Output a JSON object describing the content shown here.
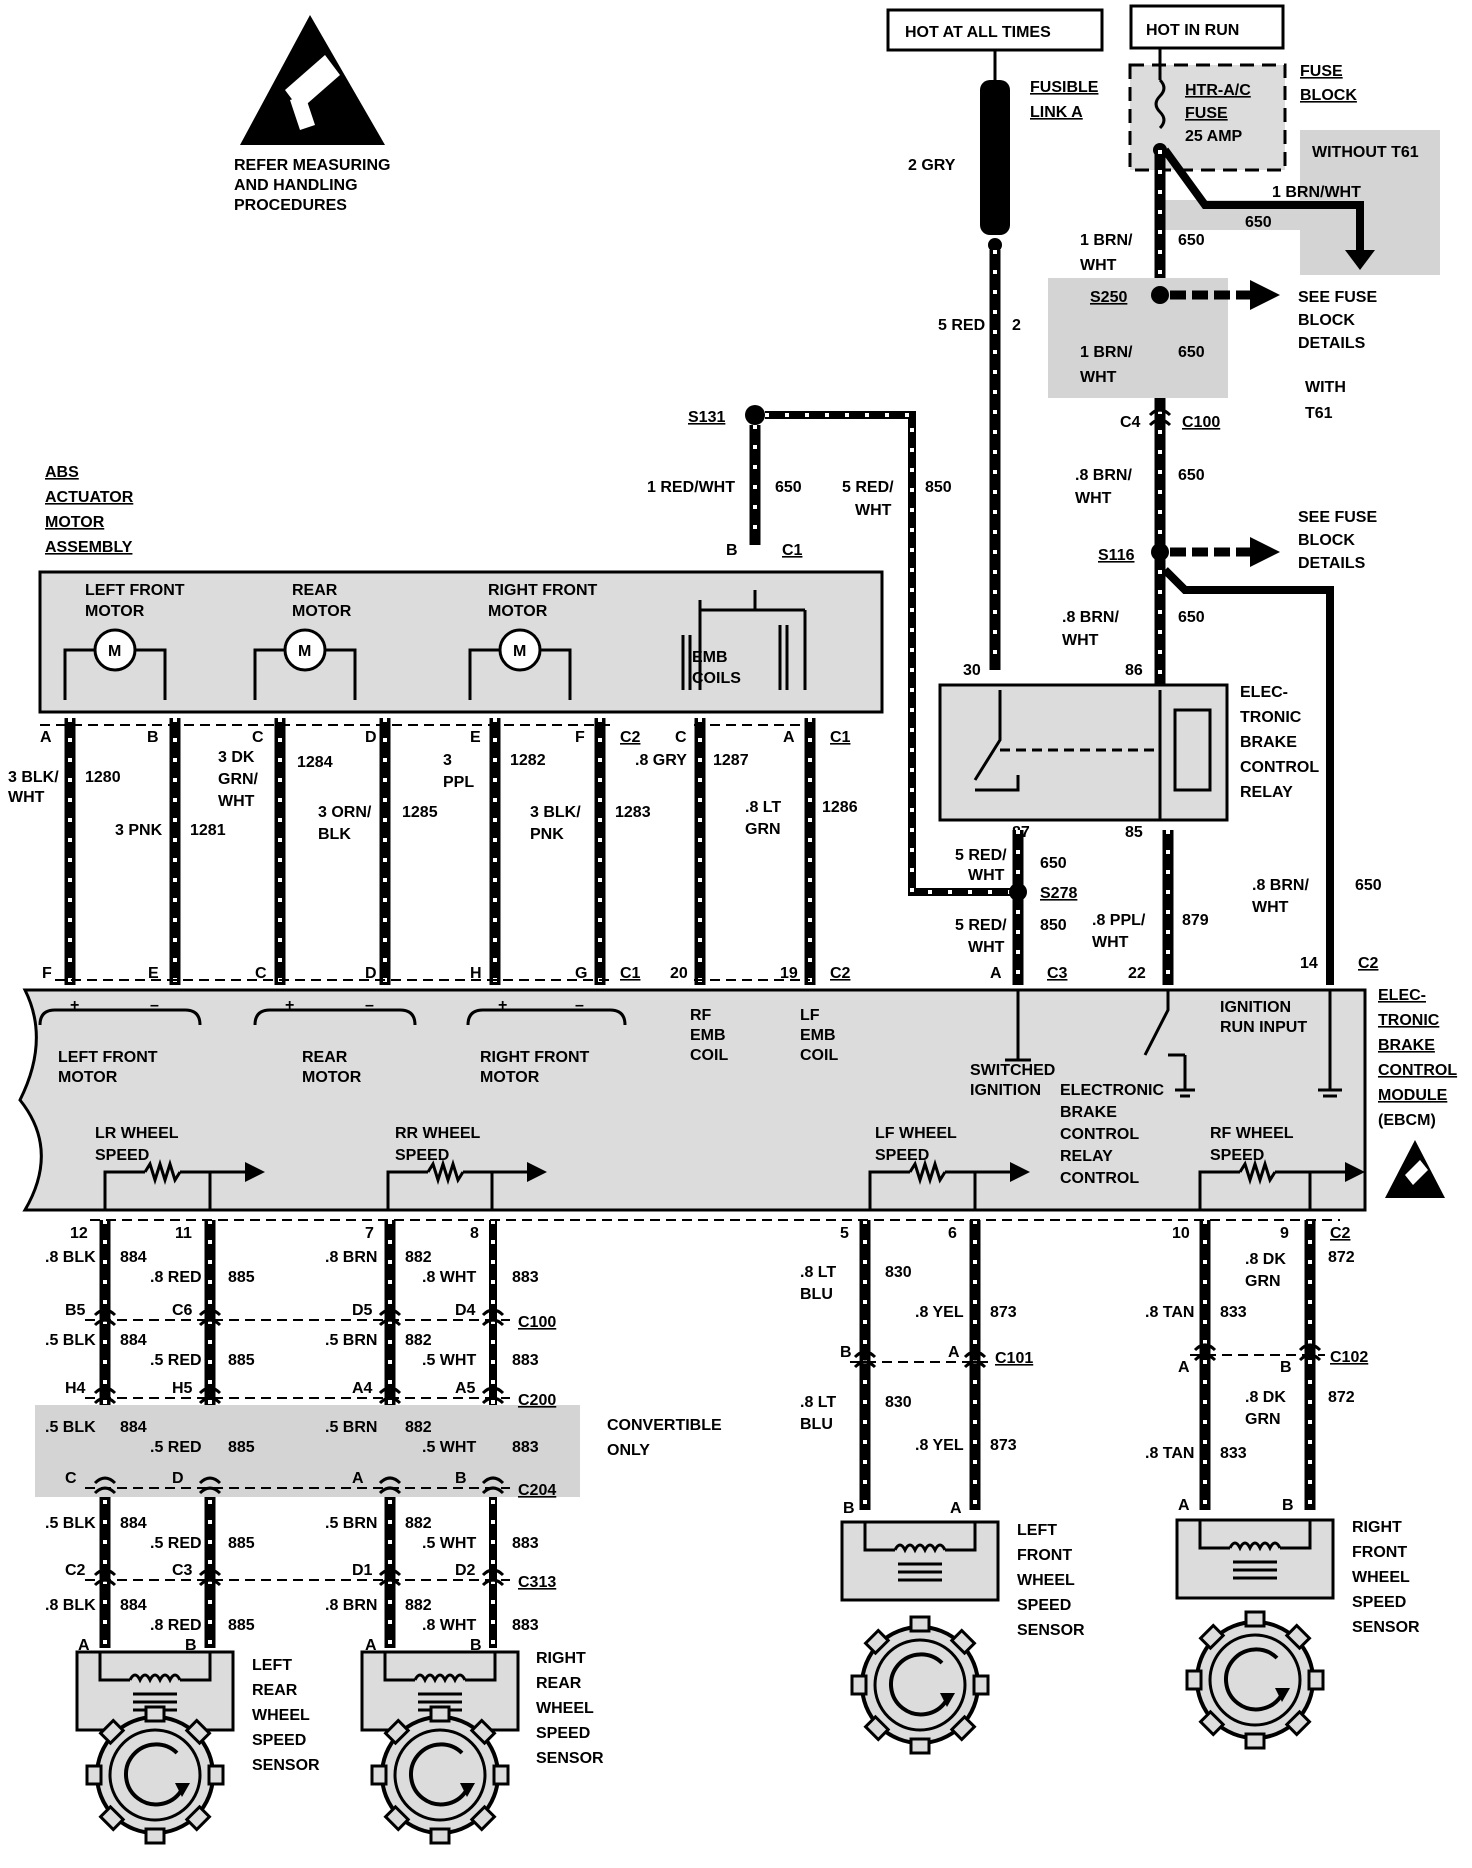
{
  "warning": {
    "lines": [
      "REFER MEASURING",
      "AND HANDLING",
      "PROCEDURES"
    ]
  },
  "power": {
    "hot_all_times": "HOT AT ALL TIMES",
    "hot_in_run": "HOT IN RUN",
    "fusible_link": [
      "FUSIBLE",
      "LINK A"
    ],
    "fuse_block": [
      "FUSE",
      "BLOCK"
    ],
    "fuse": [
      "HTR-A/C",
      "FUSE",
      "25 AMP"
    ],
    "without_t61": "WITHOUT T61",
    "with_t61": [
      "WITH",
      "T61"
    ],
    "see_fuse_block": [
      "SEE FUSE",
      "BLOCK",
      "DETAILS"
    ]
  },
  "wires": {
    "gry2": "2 GRY",
    "red5": "5 RED",
    "c2": "2",
    "brnwht1a": "1 BRN/WHT",
    "c650a": "650",
    "brnwht1b": [
      "1 BRN/",
      "WHT"
    ],
    "c650b": "650",
    "s250": "S250",
    "brnwht1c": [
      "1 BRN/",
      "WHT"
    ],
    "c650c": "650",
    "c4": "C4",
    "c100": "C100",
    "brnwht8a": [
      ".8 BRN/",
      "WHT"
    ],
    "c650d": "650",
    "s116": "S116",
    "brnwht8b": [
      ".8 BRN/",
      "WHT"
    ],
    "c650e": "650",
    "s131": "S131",
    "redwht1": "1 RED/WHT",
    "c650f": "650",
    "redwht5a": [
      "5 RED/",
      "WHT"
    ],
    "c850a": "850",
    "b_c1": "B",
    "c1": "C1",
    "pin30": "30",
    "pin86": "86",
    "pin87": "87",
    "pin85": "85",
    "redwht5b": [
      "5 RED/",
      "WHT"
    ],
    "c650g": "650",
    "s278": "S278",
    "redwht5c": [
      "5 RED/",
      "WHT"
    ],
    "c850b": "850",
    "ppl8": [
      ".8 PPL/",
      "WHT"
    ],
    "c879": "879",
    "brnwht8c": [
      ".8 BRN/",
      "WHT"
    ],
    "c650h": "650",
    "pinA": "A",
    "c3": "C3",
    "pin22": "22",
    "pin14": "14",
    "c2b": "C2"
  },
  "relay": {
    "label": [
      "ELEC-",
      "TRONIC",
      "BRAKE",
      "CONTROL",
      "RELAY"
    ]
  },
  "actuator": {
    "label": [
      "ABS",
      "ACTUATOR",
      "MOTOR",
      "ASSEMBLY"
    ],
    "motors": [
      [
        "LEFT FRONT",
        "MOTOR"
      ],
      [
        "REAR",
        "MOTOR"
      ],
      [
        "RIGHT FRONT",
        "MOTOR"
      ]
    ],
    "emb": [
      "EMB",
      "COILS"
    ],
    "top_pins": [
      "A",
      "B",
      "C",
      "D",
      "E",
      "F",
      "C2",
      "C",
      "A",
      "C1"
    ],
    "bottom_pins": [
      "F",
      "E",
      "C",
      "D",
      "H",
      "G",
      "C1",
      "20",
      "19",
      "C2"
    ],
    "wire_labels": [
      [
        "3 BLK/",
        "WHT"
      ],
      "1280",
      "3 PNK",
      "1281",
      [
        "3 DK",
        "GRN/",
        "WHT"
      ],
      "1284",
      [
        "3 ORN/",
        "BLK"
      ],
      "1285",
      [
        "3",
        "PPL"
      ],
      "1282",
      [
        "3 BLK/",
        "PNK"
      ],
      "1283",
      ".8 GRY",
      "1287",
      [
        ".8 LT",
        "GRN"
      ],
      "1286"
    ]
  },
  "ebcm": {
    "label": [
      "ELEC-",
      "TRONIC",
      "BRAKE",
      "CONTROL",
      "MODULE",
      "(EBCM)"
    ],
    "motors": [
      [
        "LEFT FRONT",
        "MOTOR"
      ],
      [
        "REAR",
        "MOTOR"
      ],
      [
        "RIGHT FRONT",
        "MOTOR"
      ]
    ],
    "rf_emb": [
      "RF",
      "EMB",
      "COIL"
    ],
    "lf_emb": [
      "LF",
      "EMB",
      "COIL"
    ],
    "switched": [
      "SWITCHED",
      "IGNITION"
    ],
    "ign": [
      "IGNITION",
      "RUN INPUT"
    ],
    "relay_ctrl": [
      "ELECTRONIC",
      "BRAKE",
      "CONTROL",
      "RELAY",
      "CONTROL"
    ],
    "speeds": [
      [
        "LR WHEEL",
        "SPEED"
      ],
      [
        "RR WHEEL",
        "SPEED"
      ],
      [
        "LF WHEEL",
        "SPEED"
      ],
      [
        "RF WHEEL",
        "SPEED"
      ]
    ]
  },
  "lower": {
    "pins_top": [
      "12",
      "11",
      "7",
      "8",
      "5",
      "6",
      "10",
      "9",
      "C2"
    ],
    "row1": [
      ".8 BLK",
      "884",
      ".8 RED",
      "885",
      ".8 BRN",
      "882",
      ".8 WHT",
      "883"
    ],
    "c100": [
      "B5",
      "C6",
      "D5",
      "D4",
      "C100"
    ],
    "row2": [
      ".5 BLK",
      "884",
      ".5 RED",
      "885",
      ".5 BRN",
      "882",
      ".5 WHT",
      "883"
    ],
    "c200": [
      "H4",
      "H5",
      "A4",
      "A5",
      "C200"
    ],
    "row3": [
      ".5 BLK",
      "884",
      ".5 RED",
      "885",
      ".5 BRN",
      "882",
      ".5 WHT",
      "883"
    ],
    "c204": [
      "C",
      "D",
      "A",
      "B",
      "C204"
    ],
    "convertible": [
      "CONVERTIBLE",
      "ONLY"
    ],
    "row4": [
      ".5 BLK",
      "884",
      ".5 RED",
      "885",
      ".5 BRN",
      "882",
      ".5 WHT",
      "883"
    ],
    "c313": [
      "C2",
      "C3",
      "D1",
      "D2",
      "C313"
    ],
    "row5": [
      ".8 BLK",
      "884",
      ".8 RED",
      "885",
      ".8 BRN",
      "882",
      ".8 WHT",
      "883"
    ],
    "sensor_pins": [
      "A",
      "B",
      "A",
      "B"
    ],
    "lf": {
      "w1": [
        ".8 LT",
        "BLU"
      ],
      "c830": "830",
      "w2": ".8 YEL",
      "c873": "873",
      "c101": [
        "B",
        "A",
        "C101"
      ],
      "w3": [
        ".8 LT",
        "BLU"
      ],
      "c830b": "830",
      "w4": ".8 YEL",
      "c873b": "873",
      "pins": [
        "B",
        "A"
      ]
    },
    "rf": {
      "w1": [
        ".8 DK",
        "GRN"
      ],
      "c872": "872",
      "w2": ".8 TAN",
      "c833": "833",
      "c102": [
        "A",
        "B",
        "C102"
      ],
      "w3": [
        ".8 DK",
        "GRN"
      ],
      "c872b": "872",
      "w4": ".8 TAN",
      "c833b": "833",
      "pins": [
        "A",
        "B"
      ]
    },
    "sensors": [
      [
        "LEFT",
        "REAR",
        "WHEEL",
        "SPEED",
        "SENSOR"
      ],
      [
        "RIGHT",
        "REAR",
        "WHEEL",
        "SPEED",
        "SENSOR"
      ],
      [
        "LEFT",
        "FRONT",
        "WHEEL",
        "SPEED",
        "SENSOR"
      ],
      [
        "RIGHT",
        "FRONT",
        "WHEEL",
        "SPEED",
        "SENSOR"
      ]
    ]
  }
}
